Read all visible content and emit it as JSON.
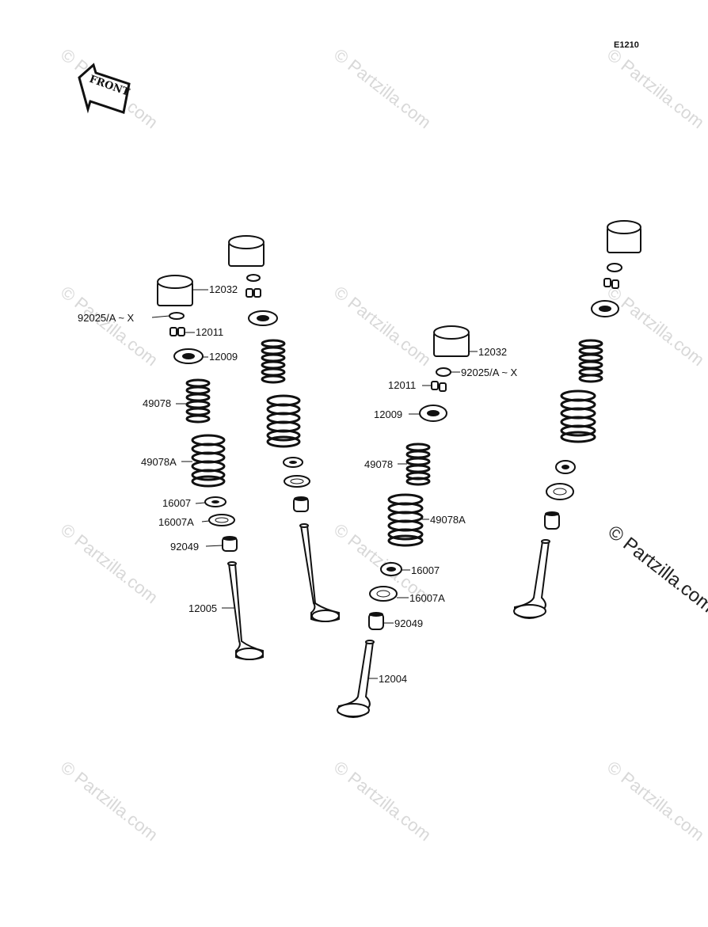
{
  "diagram_code": "E1210",
  "front_label": "FRONT",
  "watermark": "© Partzilla.com",
  "labels": {
    "p12032_a": "12032",
    "p92025_a": "92025/A ~ X",
    "p12011_a": "12011",
    "p12009_a": "12009",
    "p49078_a": "49078",
    "p49078A_a": "49078A",
    "p16007_a": "16007",
    "p16007A_a": "16007A",
    "p92049_a": "92049",
    "p12005": "12005",
    "p12032_b": "12032",
    "p92025_b": "92025/A ~ X",
    "p12011_b": "12011",
    "p12009_b": "12009",
    "p49078_b": "49078",
    "p49078A_b": "49078A",
    "p16007_b": "16007",
    "p16007A_b": "16007A",
    "p92049_b": "92049",
    "p12004": "12004"
  }
}
